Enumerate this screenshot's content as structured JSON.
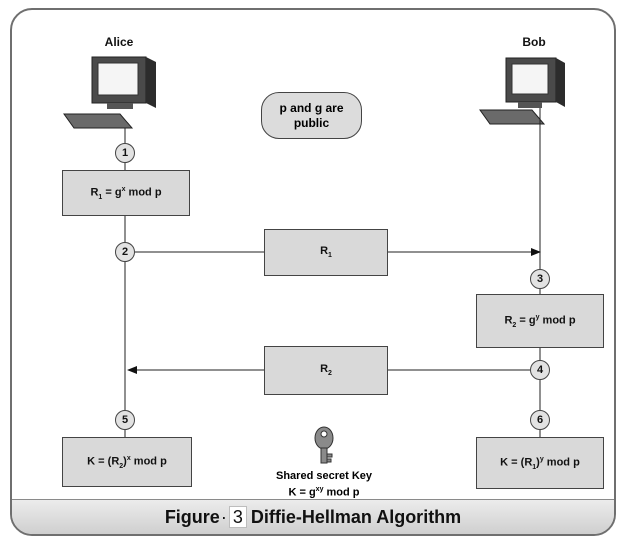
{
  "participants": {
    "alice": "Alice",
    "bob": "Bob"
  },
  "note": {
    "line1": "p and g are",
    "line2": "public"
  },
  "steps": [
    "1",
    "2",
    "3",
    "4",
    "5",
    "6"
  ],
  "alice_compute": {
    "lhs": "R",
    "lhs_sub": "1",
    "eq": " = g",
    "exp": "x",
    "tail": " mod p"
  },
  "bob_compute": {
    "lhs": "R",
    "lhs_sub": "2",
    "eq": " = g",
    "exp": "y",
    "tail": " mod p"
  },
  "message_r1": {
    "base": "R",
    "sub": "1"
  },
  "message_r2": {
    "base": "R",
    "sub": "2"
  },
  "alice_key": {
    "pre": "K = (R",
    "sub": "2",
    "mid": ")",
    "exp": "x",
    "tail": " mod p"
  },
  "bob_key": {
    "pre": "K = (R",
    "sub": "1",
    "mid": ")",
    "exp": "y",
    "tail": " mod p"
  },
  "shared": {
    "line1": "Shared secret Key",
    "pre": "K = g",
    "exp": "xy",
    "tail": " mod p"
  },
  "figure": {
    "label": "Figure",
    "dot": "·",
    "number": "3",
    "title": "Diffie-Hellman Algorithm"
  }
}
